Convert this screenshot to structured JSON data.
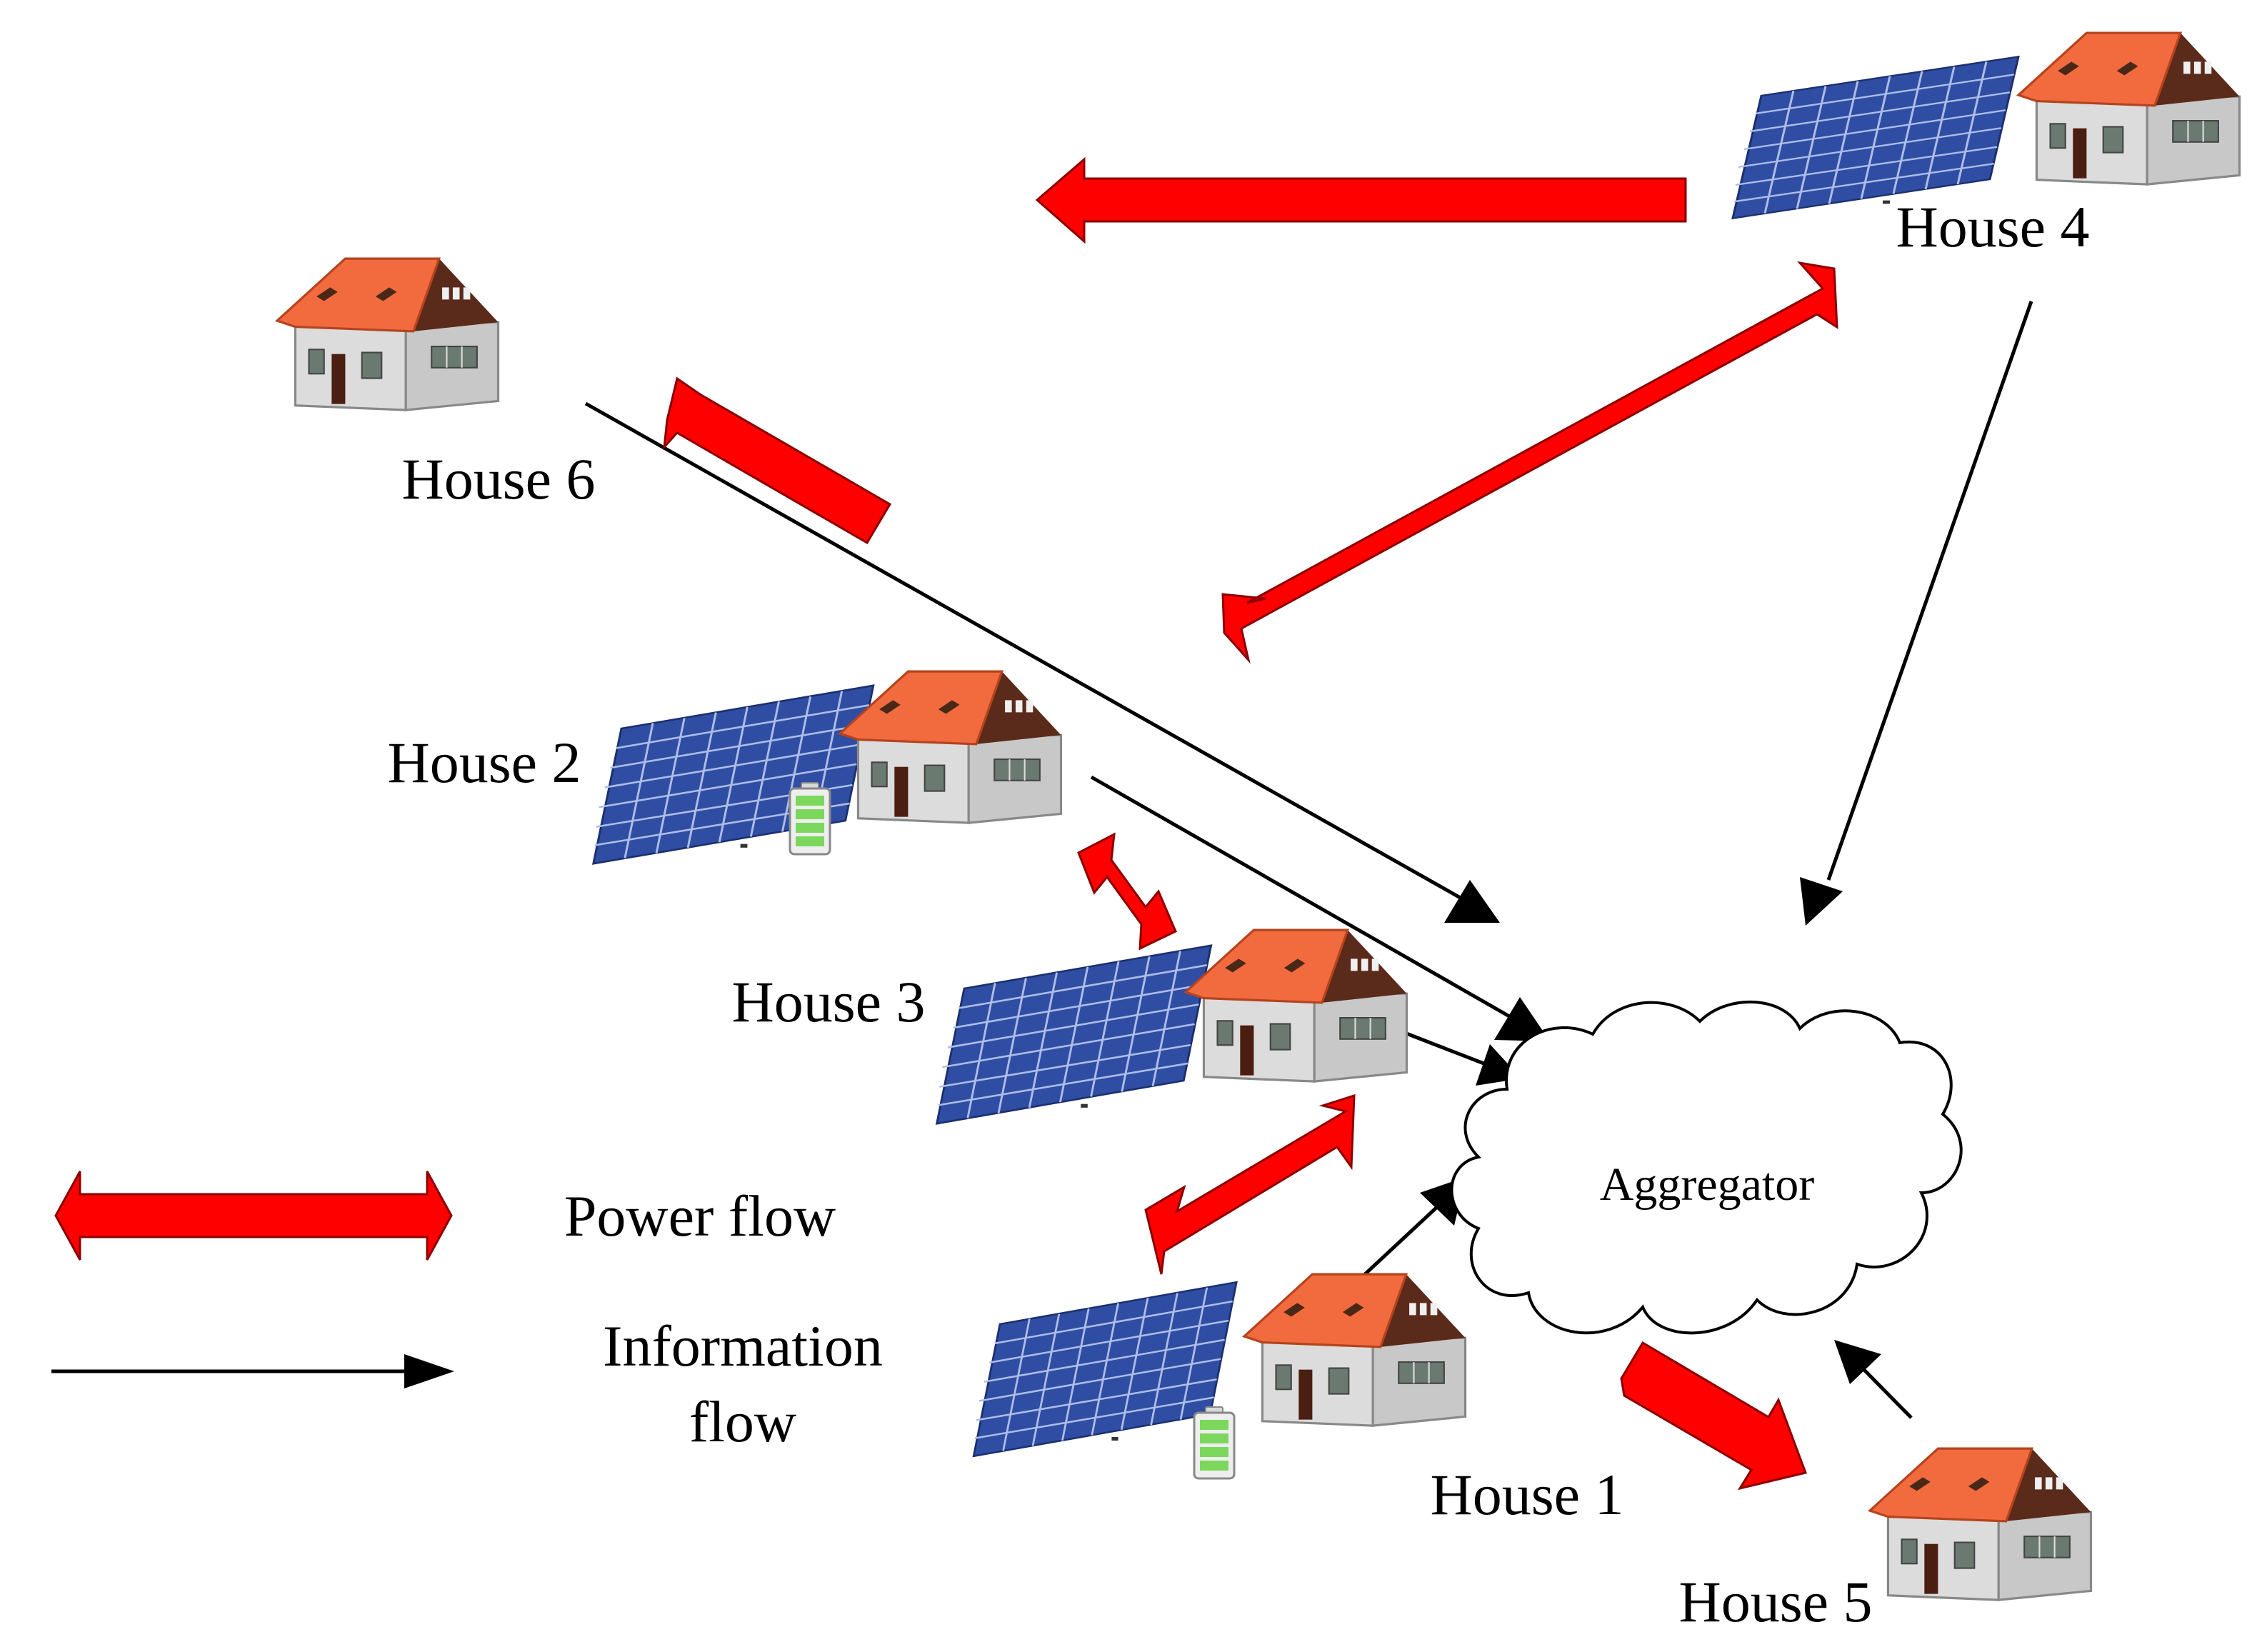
{
  "nodes": {
    "house1": {
      "label": "House 1"
    },
    "house2": {
      "label": "House 2"
    },
    "house3": {
      "label": "House 3"
    },
    "house4": {
      "label": "House 4"
    },
    "house5": {
      "label": "House 5"
    },
    "house6": {
      "label": "House 6"
    },
    "aggregator": {
      "label": "Aggregator"
    }
  },
  "legend": {
    "power_flow": "Power flow",
    "information_flow_line1": "Information",
    "information_flow_line2": "flow"
  },
  "colors": {
    "power_arrow_fill": "#ff0000",
    "power_arrow_stroke": "#8b0000",
    "information_arrow": "#000000",
    "roof": "#f26b3f",
    "roof_side": "#5a2a1a",
    "wall": "#e2e2e2",
    "solar_panel": "#2f4ea3",
    "battery": "#7bd85c"
  },
  "icons": {
    "house": "house-icon",
    "solar": "solar-panel-icon",
    "battery": "battery-icon",
    "cloud": "cloud-icon"
  }
}
